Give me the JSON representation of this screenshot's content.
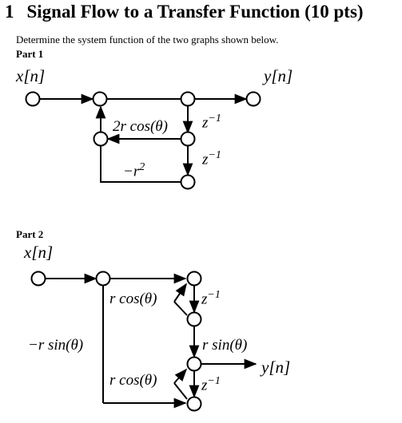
{
  "problem": {
    "number": "1",
    "title": "Signal Flow to a Transfer Function (10 pts)",
    "instructions": "Determine the system function of the two graphs shown below."
  },
  "part1": {
    "heading": "Part 1",
    "input_label": "x[n]",
    "output_label": "y[n]",
    "feedback_gain_1": "2r cos(θ)",
    "feedback_gain_2": "−r",
    "feedback_gain_2_exp": "2",
    "delay_1": "z",
    "delay_1_exp": "−1",
    "delay_2": "z",
    "delay_2_exp": "−1"
  },
  "part2": {
    "heading": "Part 2",
    "input_label": "x[n]",
    "output_label": "y[n]",
    "gain_top": "r cos(θ)",
    "gain_left": "−r sin(θ)",
    "gain_right": "r sin(θ)",
    "gain_bottom": "r cos(θ)",
    "delay_top": "z",
    "delay_top_exp": "−1",
    "delay_bottom": "z",
    "delay_bottom_exp": "−1"
  }
}
